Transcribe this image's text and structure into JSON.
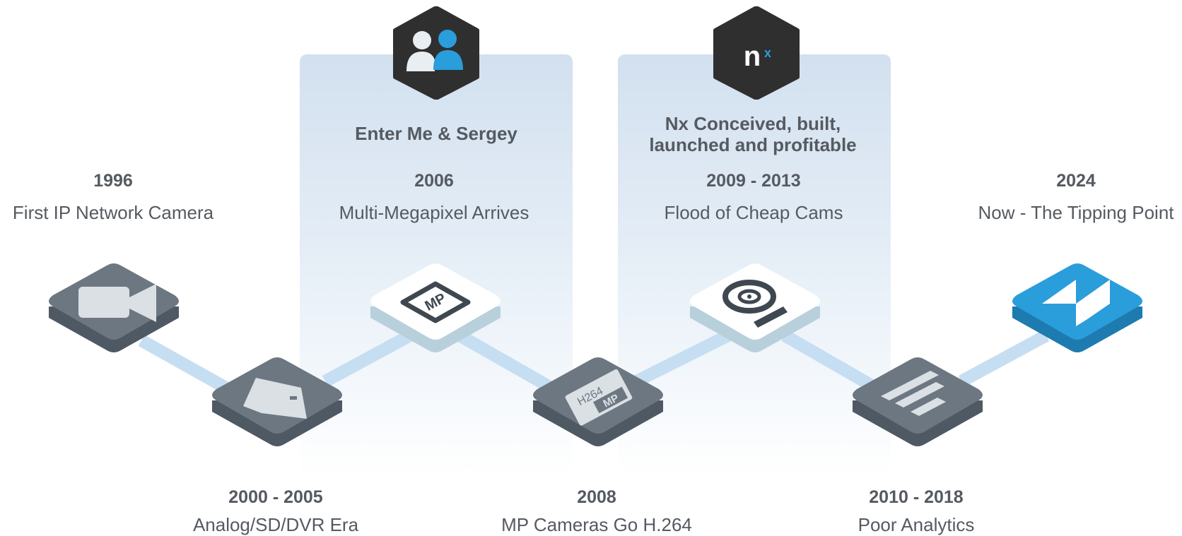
{
  "colors": {
    "tile_gray_top": "#6d7781",
    "tile_gray_side": "#4f5963",
    "tile_white_top": "#ffffff",
    "tile_white_side": "#b7d0dc",
    "tile_blue_top": "#2a9ddb",
    "tile_blue_side": "#1d7bb0",
    "connector": "#c6def2",
    "hex_dark": "#2f2f2f",
    "text": "#555a61"
  },
  "callouts": {
    "enter": "Enter Me & Sergey",
    "nx_line1": "Nx Conceived, built,",
    "nx_line2": "launched and profitable"
  },
  "milestones": [
    {
      "year": "1996",
      "label": "First IP Network Camera",
      "icon": "video-camera-icon"
    },
    {
      "year": "2000 - 2005",
      "label": "Analog/SD/DVR Era",
      "icon": "dvr-icon"
    },
    {
      "year": "2006",
      "label": "Multi-Megapixel Arrives",
      "icon": "megapixel-icon",
      "icon_text": "MP"
    },
    {
      "year": "2008",
      "label": "MP Cameras Go H.264",
      "icon": "h264-icon",
      "icon_text_top": "H264",
      "icon_text_bottom": "MP"
    },
    {
      "year": "2009 - 2013",
      "label": "Flood of Cheap Cams",
      "icon": "webcam-icon"
    },
    {
      "year": "2010 - 2018",
      "label": "Poor Analytics",
      "icon": "analytics-bars-icon"
    },
    {
      "year": "2024",
      "label": "Now - The Tipping Point",
      "icon": "fast-forward-icon"
    }
  ],
  "hex_icons": {
    "people": "people-icon",
    "nx_logo": "nx-logo-icon",
    "nx_logo_text": "n",
    "nx_logo_sup": "x"
  }
}
